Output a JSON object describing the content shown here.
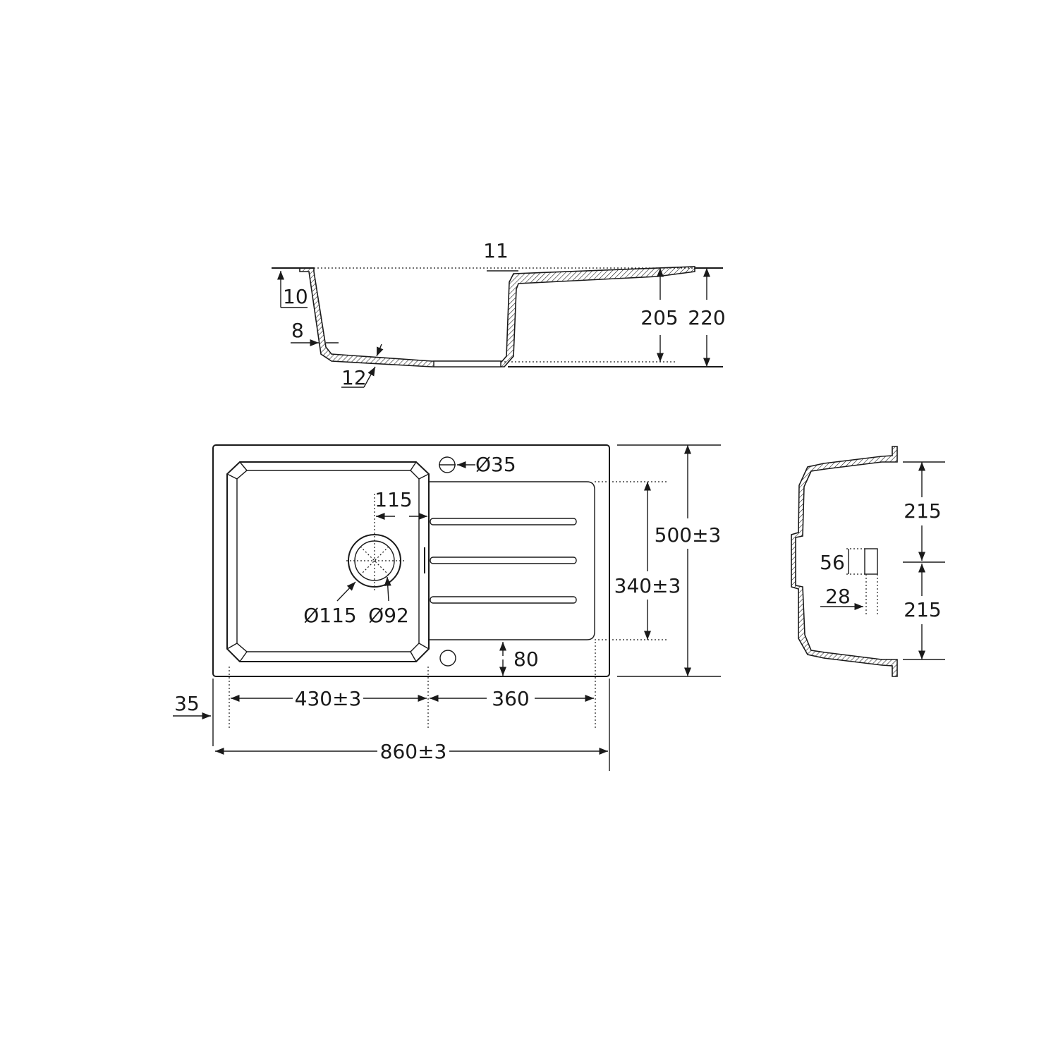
{
  "section_view": {
    "dim_top_11": "11",
    "dim_rim_10": "10",
    "dim_wall_8": "8",
    "dim_bottom_12": "12",
    "dim_bowl_depth_205": "205",
    "dim_total_depth_220": "220"
  },
  "plan_view": {
    "dim_tap_hole": "Ø35",
    "dim_drain_offset_115": "115",
    "dim_drain_outer": "Ø115",
    "dim_drain_inner": "Ø92",
    "dim_drainer_width": "340±3",
    "dim_total_width": "500±3",
    "dim_overflow_80": "80",
    "dim_edge_35": "35",
    "dim_bowl_length": "430±3",
    "dim_drainer_length": "360",
    "dim_total_length": "860±3"
  },
  "side_view": {
    "dim_upper_215": "215",
    "dim_lower_215": "215",
    "dim_overflow_56": "56",
    "dim_overflow_28": "28"
  }
}
